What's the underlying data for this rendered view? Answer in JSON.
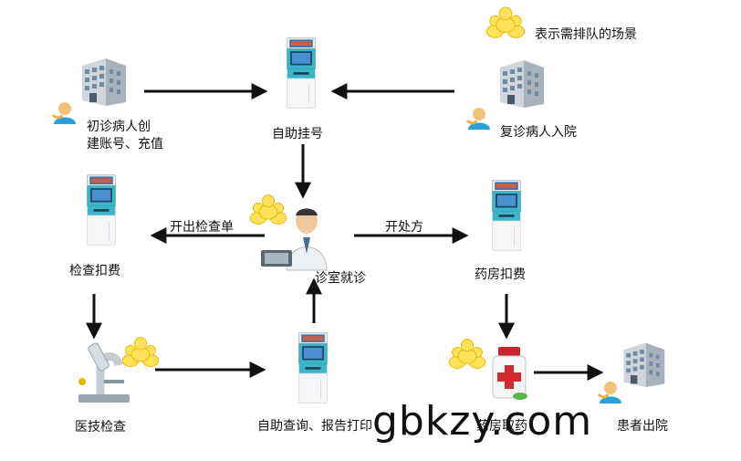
{
  "legend": {
    "text": "表示需排队的场景"
  },
  "nodes": {
    "new_patient": "初诊病人创\n建账号、充值",
    "returning_patient": "复诊病人入院",
    "self_register": "自助挂号",
    "clinic_visit": "诊室就诊",
    "exam_payment": "检查扣费",
    "pharmacy_payment": "药房扣费",
    "medical_exam": "医技检查",
    "query_print": "自助查询、报告打印",
    "pharmacy_pickup": "药房取药",
    "discharge": "患者出院"
  },
  "edges": {
    "open_exam_order": "开出检查单",
    "prescribe": "开处方"
  },
  "watermark": "gbkzy.com"
}
